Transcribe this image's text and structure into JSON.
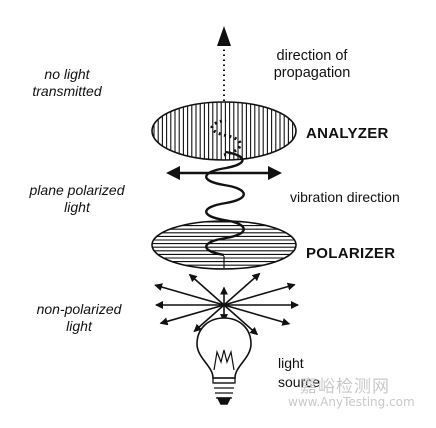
{
  "labels": {
    "direction_of_propagation": [
      "direction of",
      "propagation"
    ],
    "no_light_transmitted": [
      "no light",
      "transmitted"
    ],
    "analyzer": "ANALYZER",
    "plane_polarized_light": [
      "plane polarized",
      "light"
    ],
    "vibration_direction": "vibration direction",
    "polarizer": "POLARIZER",
    "non_polarized_light": [
      "non-polarized",
      "light"
    ],
    "light_source": [
      "light",
      "source"
    ]
  },
  "watermark": {
    "title": "嘉峪检测网",
    "url": "www.AnyTesting.com"
  },
  "colors": {
    "ink": "#111111",
    "watermark": "#c9c9c9"
  }
}
